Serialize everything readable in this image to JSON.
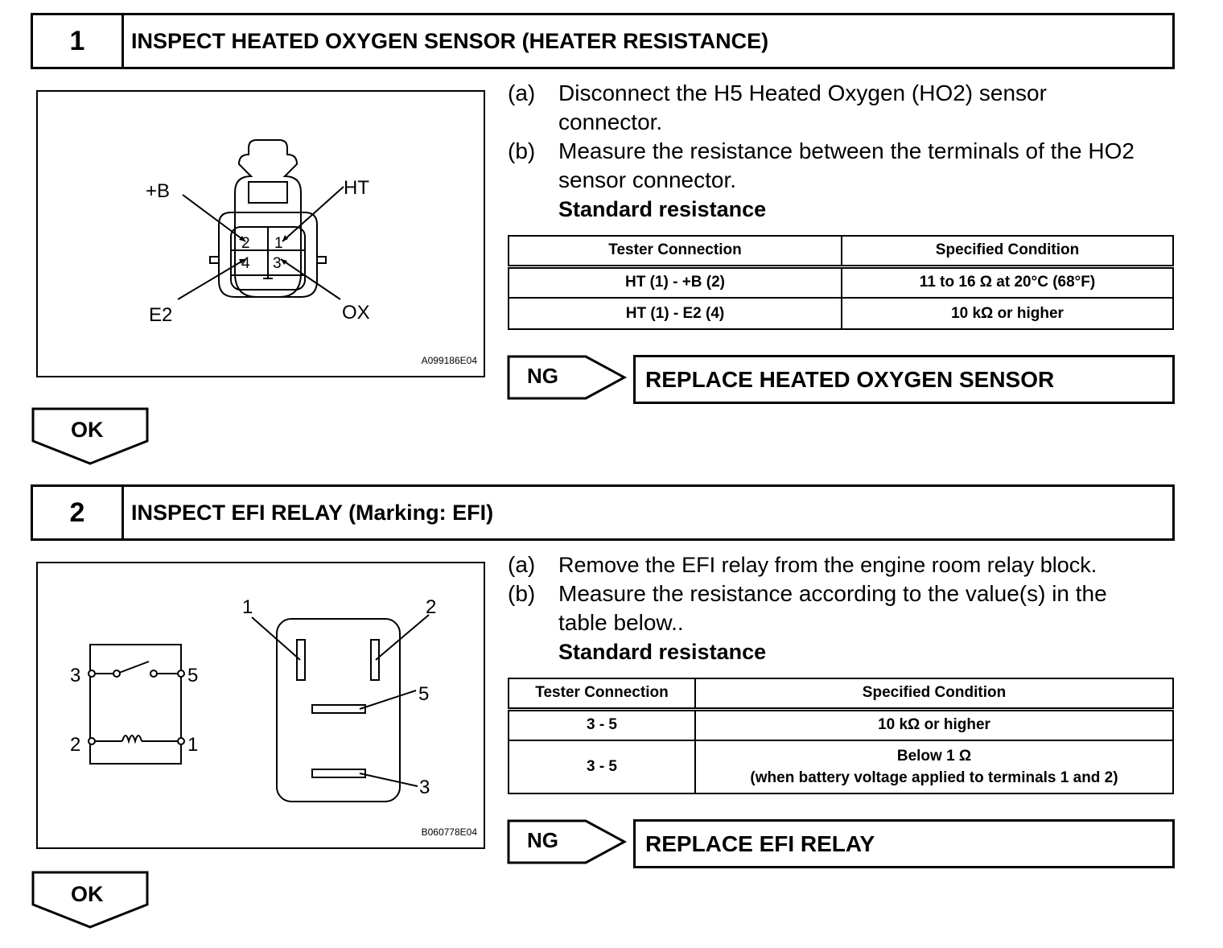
{
  "step1": {
    "number": "1",
    "title": "INSPECT HEATED OXYGEN SENSOR (HEATER RESISTANCE)",
    "figure": {
      "id": "A099186E04",
      "labels": {
        "plus_b": "+B",
        "ht": "HT",
        "e2": "E2",
        "ox": "OX",
        "t1": "1",
        "t2": "2",
        "t3": "3",
        "t4": "4"
      }
    },
    "instructions": [
      {
        "label": "(a)",
        "text": "Disconnect the H5 Heated Oxygen (HO2) sensor connector."
      },
      {
        "label": "(b)",
        "text": "Measure the resistance between the terminals of the HO2 sensor connector."
      }
    ],
    "standard_label": "Standard resistance",
    "table": {
      "headers": [
        "Tester Connection",
        "Specified Condition"
      ],
      "rows": [
        [
          "HT (1) - +B (2)",
          "11 to 16 Ω at 20°C (68°F)"
        ],
        [
          "HT (1) - E2 (4)",
          "10 kΩ or higher"
        ]
      ]
    },
    "ng_label": "NG",
    "ng_result": "REPLACE HEATED OXYGEN SENSOR",
    "ok_label": "OK"
  },
  "step2": {
    "number": "2",
    "title": "INSPECT EFI RELAY (Marking: EFI)",
    "figure": {
      "id": "B060778E04",
      "labels": {
        "c3": "3",
        "c5": "5",
        "c2": "2",
        "c1": "1",
        "r1": "1",
        "r2": "2",
        "r5": "5",
        "r3": "3"
      }
    },
    "instructions": [
      {
        "label": "(a)",
        "text": "Remove the EFI relay from the engine room relay block."
      },
      {
        "label": "(b)",
        "text": "Measure the resistance according to the value(s) in the table below.."
      }
    ],
    "standard_label": "Standard resistance",
    "table": {
      "headers": [
        "Tester Connection",
        "Specified Condition"
      ],
      "rows": [
        [
          "3 - 5",
          "10 kΩ or higher"
        ],
        [
          "3 - 5",
          "Below 1 Ω",
          "(when battery voltage applied to terminals 1 and 2)"
        ]
      ]
    },
    "ng_label": "NG",
    "ng_result": "REPLACE EFI RELAY",
    "ok_label": "OK"
  }
}
